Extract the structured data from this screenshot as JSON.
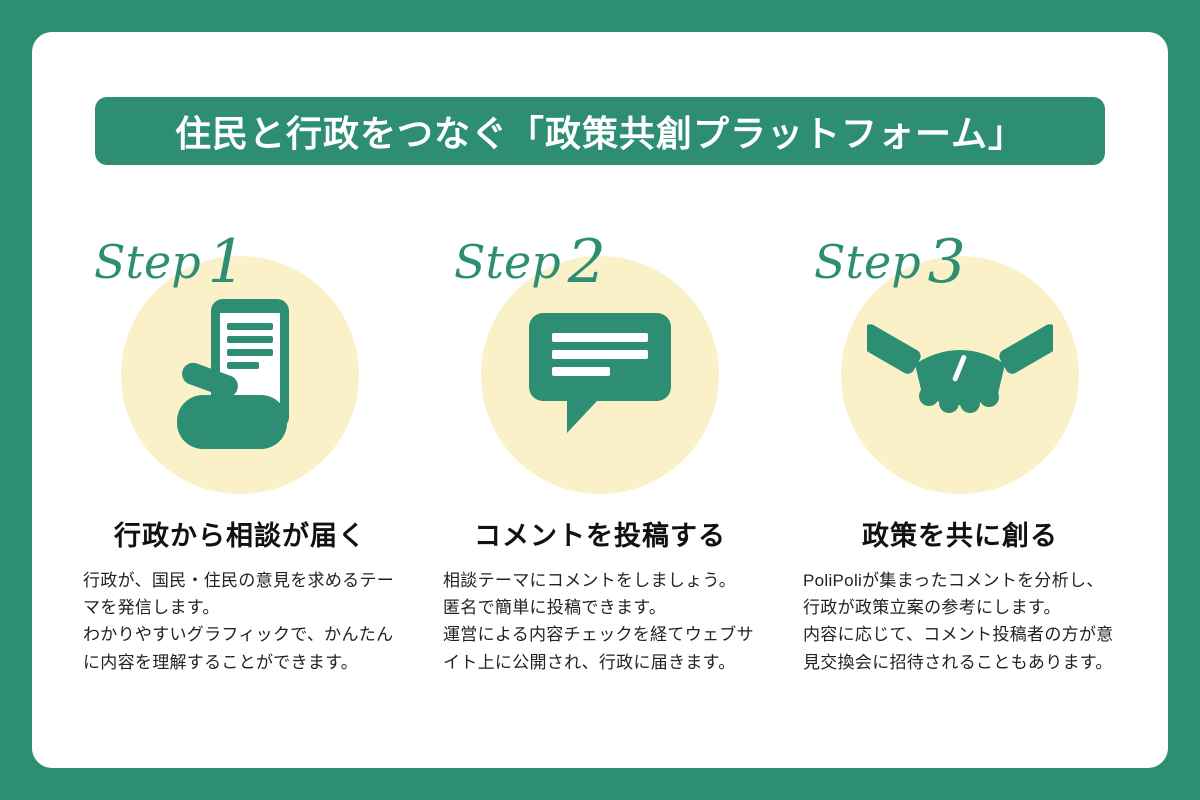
{
  "banner": {
    "title": "住民と行政をつなぐ「政策共創プラットフォーム」"
  },
  "steps": [
    {
      "label": "Step",
      "number": "1",
      "icon": "smartphone-in-hand-icon",
      "heading": "行政から相談が届く",
      "body": "行政が、国民・住民の意見を求めるテーマを発信します。\nわかりやすいグラフィックで、かんたんに内容を理解することができます。"
    },
    {
      "label": "Step",
      "number": "2",
      "icon": "speech-bubble-icon",
      "heading": "コメントを投稿する",
      "body": "相談テーマにコメントをしましょう。\n匿名で簡単に投稿できます。\n運営による内容チェックを経てウェブサイト上に公開され、行政に届きます。"
    },
    {
      "label": "Step",
      "number": "3",
      "icon": "handshake-icon",
      "heading": "政策を共に創る",
      "body": "PoliPoliが集まったコメントを分析し、行政が政策立案の参考にします。\n内容に応じて、コメント投稿者の方が意見交換会に招待されることもあります。"
    }
  ],
  "colors": {
    "background": "#2E8E74",
    "card": "#FFFFFF",
    "banner": "#2E8E74",
    "accent": "#2E8E74",
    "step_circle": "#FAF1C9",
    "banner_text": "#FFFFFF",
    "heading_text": "#111111",
    "body_text": "#222222"
  }
}
